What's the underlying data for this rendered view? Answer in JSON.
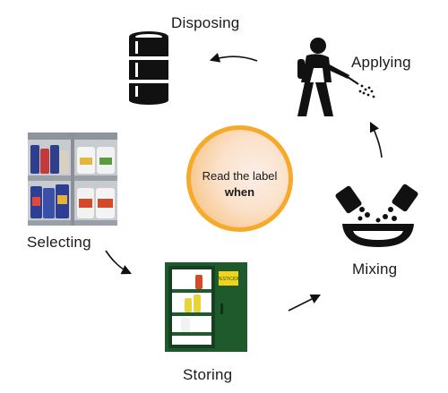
{
  "labels": {
    "disposing": "Disposing",
    "applying": "Applying",
    "selecting": "Selecting",
    "mixing": "Mixing",
    "storing": "Storing"
  },
  "center": {
    "line1": "Read the label",
    "line2": "when"
  },
  "icons": {
    "disposing": "barrel-icon",
    "applying": "person-spraying-icon",
    "selecting": "store-shelf-photo",
    "mixing": "mixing-bowl-icon",
    "storing": "storage-cabinet-image"
  },
  "cabinet_sign": "PESTICIDE",
  "colors": {
    "circle_border": "#f7a92a",
    "circle_fill_center": "#fbeee6",
    "cabinet_green": "#1f5a2d",
    "icon_black": "#111111",
    "cabinet_sign_yellow": "#f2d31b"
  }
}
